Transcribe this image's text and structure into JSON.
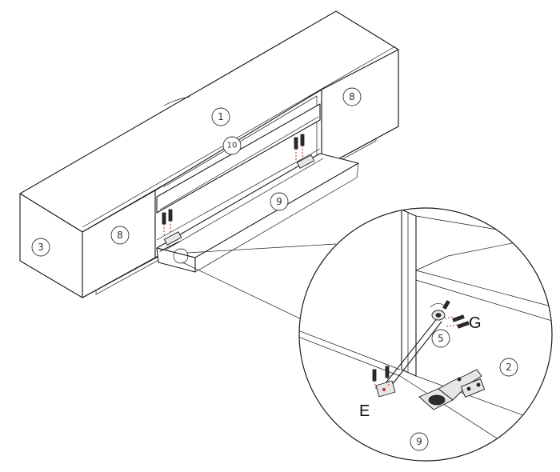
{
  "part_labels": {
    "main_top": "1",
    "side_panel": "3",
    "door_left": "8",
    "door_right": "8",
    "flap_door": "9",
    "shelf": "10",
    "detail_stay": "5",
    "detail_frame": "2",
    "detail_flap": "9"
  },
  "hardware_letters": {
    "bracket_screws": "E",
    "stay_screws": "G"
  }
}
